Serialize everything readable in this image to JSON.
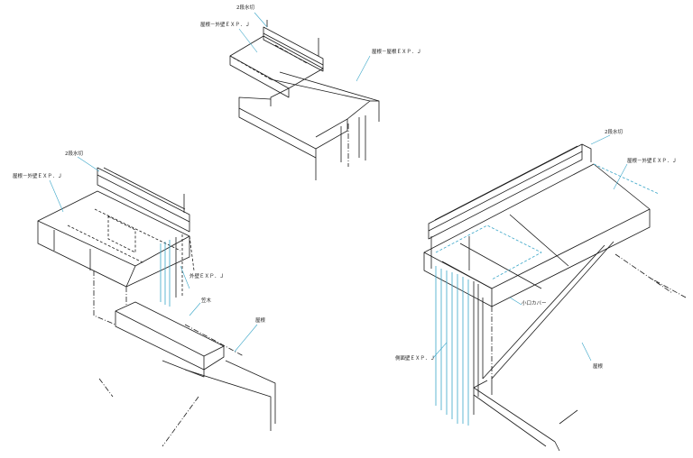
{
  "labels": {
    "top_water_stop": "2段水切",
    "top_roof_wall": "屋根－外壁ＥＸＰ．Ｊ",
    "top_roof_roof": "屋根－屋根ＥＸＰ．Ｊ",
    "left_water_stop": "2段水切",
    "left_roof_wall": "屋根－外壁ＥＸＰ．Ｊ",
    "left_wall_wall": "外壁ＥＸＰ．Ｊ",
    "left_waist": "笠木",
    "left_eave": "屋根",
    "right_water_stop": "2段水切",
    "right_roof_wall": "屋根－外壁ＥＸＰ．Ｊ",
    "right_cover": "小口カバー",
    "right_side_wall": "側面壁ＥＸＰ．Ｊ",
    "right_roof": "屋根"
  },
  "colors": {
    "line": "#1a1a1a",
    "accent": "#3aa6c8"
  }
}
